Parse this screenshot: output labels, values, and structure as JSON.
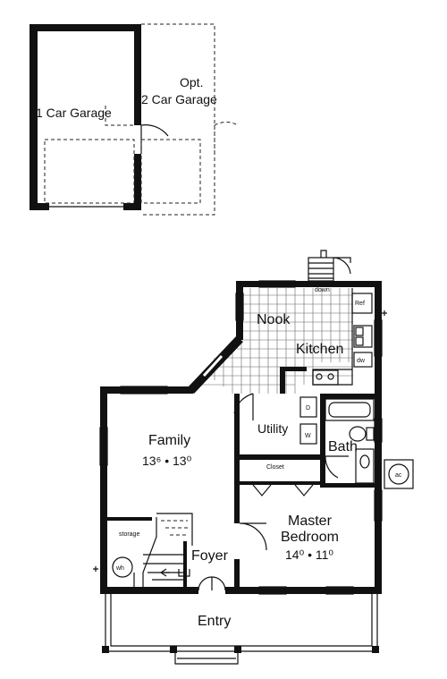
{
  "garage": {
    "one_car": "1 Car Garage",
    "opt_line1": "Opt.",
    "opt_line2": "2 Car Garage"
  },
  "rooms": {
    "nook": "Nook",
    "kitchen": "Kitchen",
    "family": "Family",
    "family_dim": "13⁶ • 13⁰",
    "utility": "Utility",
    "bath": "Bath",
    "closet": "Closet",
    "master_line1": "Master",
    "master_line2": "Bedroom",
    "master_dim": "14⁰ • 11⁰",
    "foyer": "Foyer",
    "storage": "storage",
    "entry": "Entry"
  },
  "fixtures": {
    "stair_down": "down",
    "ref": "Ref",
    "dw": "dw",
    "dryer": "D",
    "washer": "W",
    "water_heater": "wh",
    "ac": "ac"
  }
}
